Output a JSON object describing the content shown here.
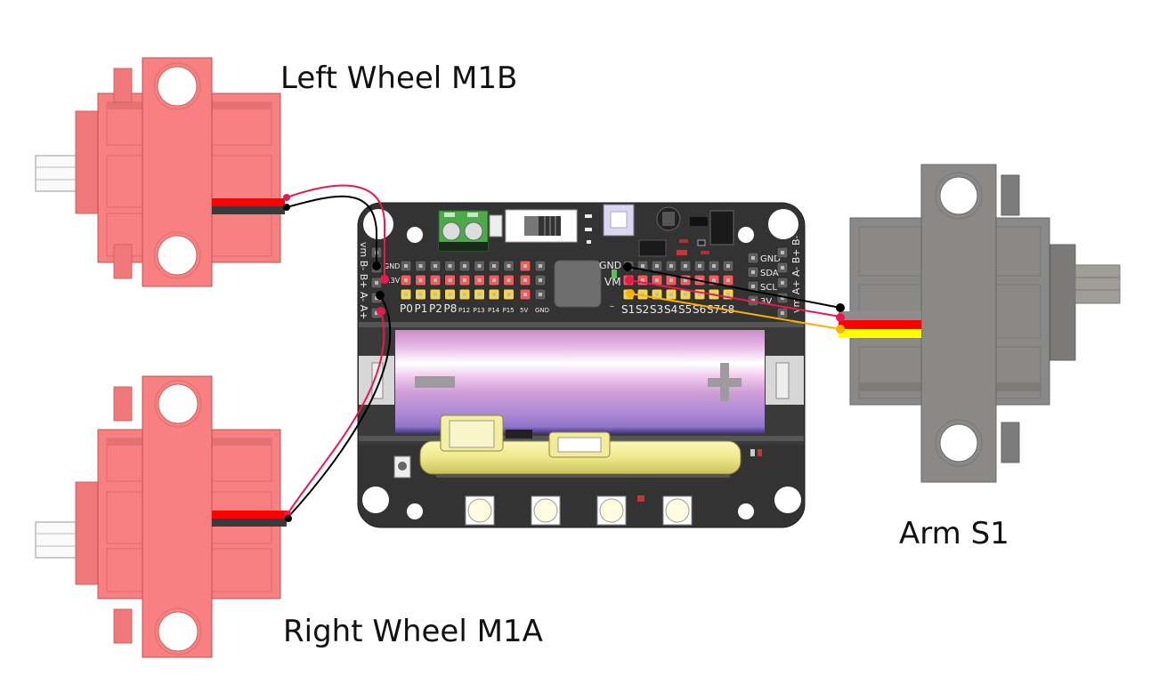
{
  "labels": {
    "left_wheel": "Left Wheel M1B",
    "right_wheel": "Right Wheel M1A",
    "arm": "Arm S1"
  },
  "board": {
    "left_motor_port_label": [
      "vm",
      "B-",
      "B+",
      "A-",
      "A+"
    ],
    "right_motor_port_label": [
      "vm",
      "A+",
      "A-",
      "B+",
      "B-"
    ],
    "gpio_row_labels": [
      "GND",
      "3.3V"
    ],
    "gpio_pins": [
      "P0",
      "P1",
      "P2",
      "P8",
      "P12",
      "P13",
      "P14",
      "P15"
    ],
    "power_pins": [
      "5V",
      "GND"
    ],
    "servo_row_labels": [
      "GND",
      "VM",
      "–"
    ],
    "servo_pins": [
      "S1",
      "S2",
      "S3",
      "S4",
      "S5",
      "S6",
      "S7",
      "S8"
    ],
    "i2c_pins": [
      "GND",
      "SDA",
      "SCL",
      "3V"
    ]
  },
  "connections": [
    {
      "from": "Left Wheel M1B red",
      "to": "B+"
    },
    {
      "from": "Left Wheel M1B black",
      "to": "B-"
    },
    {
      "from": "Right Wheel M1A red",
      "to": "A+"
    },
    {
      "from": "Right Wheel M1A black",
      "to": "A-"
    },
    {
      "from": "Arm S1 black",
      "to": "S1 GND"
    },
    {
      "from": "Arm S1 red",
      "to": "S1 VM"
    },
    {
      "from": "Arm S1 yellow",
      "to": "S1 signal"
    }
  ],
  "colors": {
    "motor_body": "#f98080",
    "servo_body": "#8a8988",
    "board": "#333333",
    "wire_red": "#e8194f",
    "wire_black": "#000000",
    "wire_yellow": "#ffb000",
    "header_red": "#f55a5a",
    "header_yellow": "#f7d54a",
    "header_grey": "#5f5f5f"
  }
}
